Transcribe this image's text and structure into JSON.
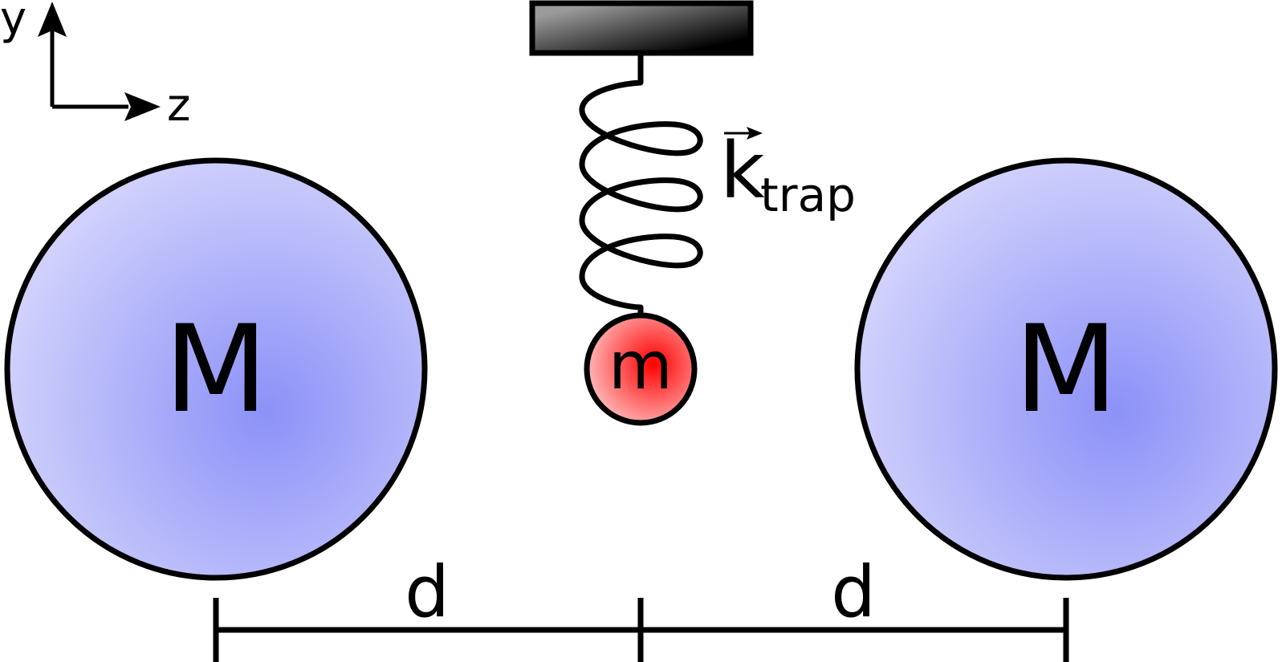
{
  "axes": {
    "y_label": "y",
    "z_label": "z"
  },
  "masses": {
    "left_label": "M",
    "right_label": "M",
    "center_label": "m"
  },
  "spring": {
    "k_symbol": "k",
    "k_subscript": "trap"
  },
  "distances": {
    "left_label": "d",
    "right_label": "d"
  },
  "colors": {
    "outline": "#000000",
    "big_mass_center": "#8c91f7",
    "big_mass_edge": "#dcdcfc",
    "small_mass_center": "#ff0000",
    "small_mass_edge": "#ffdcdc",
    "support_light": "#9a9a9a",
    "support_dark": "#000000"
  }
}
